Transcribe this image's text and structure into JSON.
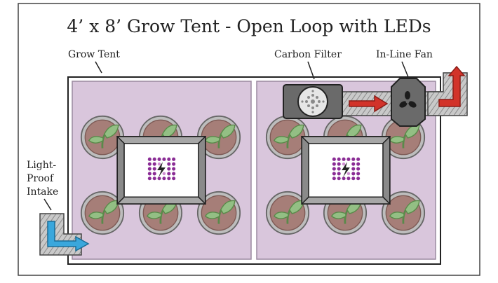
{
  "title": "4’ x 8’ Grow Tent - Open Loop with LEDs",
  "labels": {
    "grow_tent": "Grow Tent",
    "carbon_filter": "Carbon Filter",
    "inline_fan": "In-Line Fan",
    "intake_line1": "Light-",
    "intake_line2": "Proof",
    "intake_line3": "Intake"
  },
  "colors": {
    "tent_floor": "#d9c6dc",
    "pot_soil": "#a67e78",
    "leaf": "#93bf84",
    "intake_arrow": "#3aa7dc",
    "exhaust_arrow": "#d2332a",
    "led_purple": "#8a2c95",
    "device_gray": "#6a6a6a"
  },
  "icons": {
    "plant": "plant-pot-icon",
    "led": "led-grow-light-icon",
    "lightning": "lightning-bolt-icon",
    "fan": "fan-blades-icon"
  }
}
